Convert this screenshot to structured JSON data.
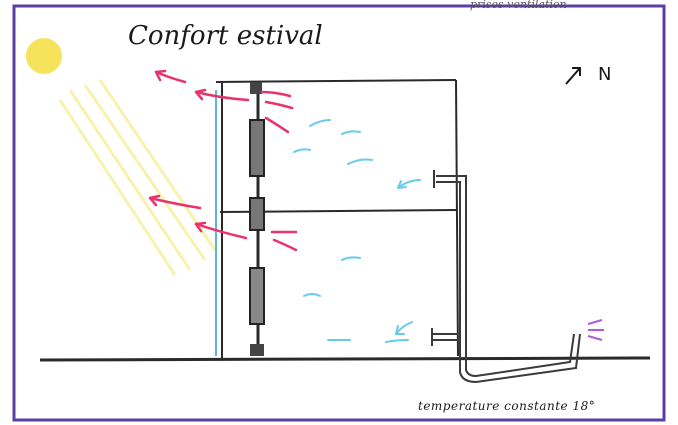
{
  "title": "Confort estival",
  "north_label": "N",
  "bottom_note": "temperature constante 18°",
  "top_cut_text": "prises ventilation",
  "colors": {
    "frame": "#5b3fa3",
    "sun": "#f5e04a",
    "sun_rays": "#f7ef9c",
    "hot_arrows": "#e8336b",
    "cool_arrows": "#4fc3e8",
    "outline": "#2a2a2a",
    "glass_line": "#5fb3d9",
    "pipe": "#3a3a3a",
    "pipe_outlet": "#b25bd6"
  },
  "icons": [
    "sun-icon",
    "north-arrow-icon"
  ]
}
